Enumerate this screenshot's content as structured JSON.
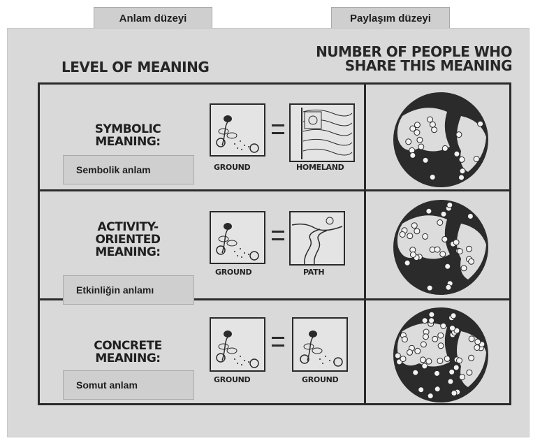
{
  "tags": {
    "anlam": "Anlam düzeyi",
    "paylasim": "Paylaşım düzeyi"
  },
  "headers": {
    "level": "LEVEL OF MEANING",
    "number_line1": "NUMBER OF PEOPLE WHO",
    "number_line2": "SHARE THIS MEANING"
  },
  "rows": [
    {
      "label_lines": [
        "SYMBOLIC",
        "MEANING:"
      ],
      "tag": "Sembolik anlam",
      "left_caption": "GROUND",
      "right_caption": "HOMELAND",
      "right_icon": "flag-icon",
      "share_fraction": 0.35
    },
    {
      "label_lines": [
        "ACTIVITY-",
        "ORIENTED",
        "MEANING:"
      ],
      "tag": "Etkinliğin anlamı",
      "left_caption": "GROUND",
      "right_caption": "PATH",
      "right_icon": "path-icon",
      "share_fraction": 0.55
    },
    {
      "label_lines": [
        "CONCRETE",
        "MEANING:"
      ],
      "tag": "Somut anlam",
      "left_caption": "GROUND",
      "right_caption": "GROUND",
      "right_icon": "ground-icon",
      "share_fraction": 0.85
    }
  ],
  "colors": {
    "panel": "#d9d9d9",
    "ink": "#2a2a2a",
    "tag": "#cfcfcf"
  }
}
